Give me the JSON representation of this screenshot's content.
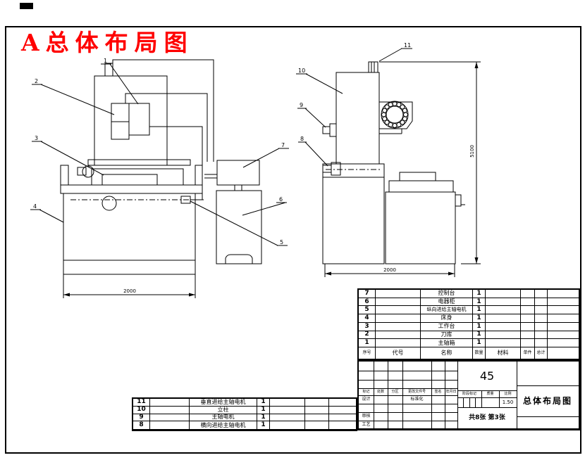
{
  "page": {
    "title": "A总体布局图",
    "title_color": "#ff0000",
    "line_color": "#000000"
  },
  "drawing": {
    "callouts": {
      "c1": "1",
      "c2": "2",
      "c3": "3",
      "c4": "4",
      "c5": "5",
      "c6": "6",
      "c7": "7",
      "c8": "8",
      "c9": "9",
      "c10": "10",
      "c11": "11"
    },
    "dims": {
      "left_width": "2000",
      "right_width": "2000",
      "right_height": "5100"
    }
  },
  "parts_upper": {
    "header": {
      "no": "序号",
      "code": "代号",
      "name": "名称",
      "qty": "数量",
      "material": "材料",
      "unit": "单件",
      "total": "总计",
      "note": ""
    },
    "rows": [
      {
        "no": "7",
        "code": "",
        "name": "控制台",
        "qty": "1"
      },
      {
        "no": "6",
        "code": "",
        "name": "电器柜",
        "qty": "1"
      },
      {
        "no": "5",
        "code": "",
        "name": "纵向进给主轴电机",
        "qty": "1"
      },
      {
        "no": "4",
        "code": "",
        "name": "床身",
        "qty": "1"
      },
      {
        "no": "3",
        "code": "",
        "name": "工作台",
        "qty": "1"
      },
      {
        "no": "2",
        "code": "",
        "name": "刀库",
        "qty": "1"
      },
      {
        "no": "1",
        "code": "",
        "name": "主轴箱",
        "qty": "1"
      }
    ]
  },
  "parts_lower": {
    "rows": [
      {
        "no": "11",
        "code": "",
        "name": "垂直进给主轴电机",
        "qty": "1"
      },
      {
        "no": "10",
        "code": "",
        "name": "立柱",
        "qty": "1"
      },
      {
        "no": "9",
        "code": "",
        "name": "主轴电机",
        "qty": "1"
      },
      {
        "no": "8",
        "code": "",
        "name": "横向进给主轴电机",
        "qty": "1"
      }
    ]
  },
  "title_block": {
    "material": "45",
    "drawing_title": "总体布局图",
    "scale_value": "1.50",
    "sheet_info": "共8张 第3张",
    "labels": {
      "mark": "标记",
      "count": "处数",
      "zone": "分区",
      "doc_no": "更改文件号",
      "sign": "签名",
      "date": "年月日",
      "design": "设计",
      "standard": "标准化",
      "check": "审核",
      "process": "工艺",
      "stage": "阶段标记",
      "mass": "质量",
      "scale": "比例"
    }
  }
}
